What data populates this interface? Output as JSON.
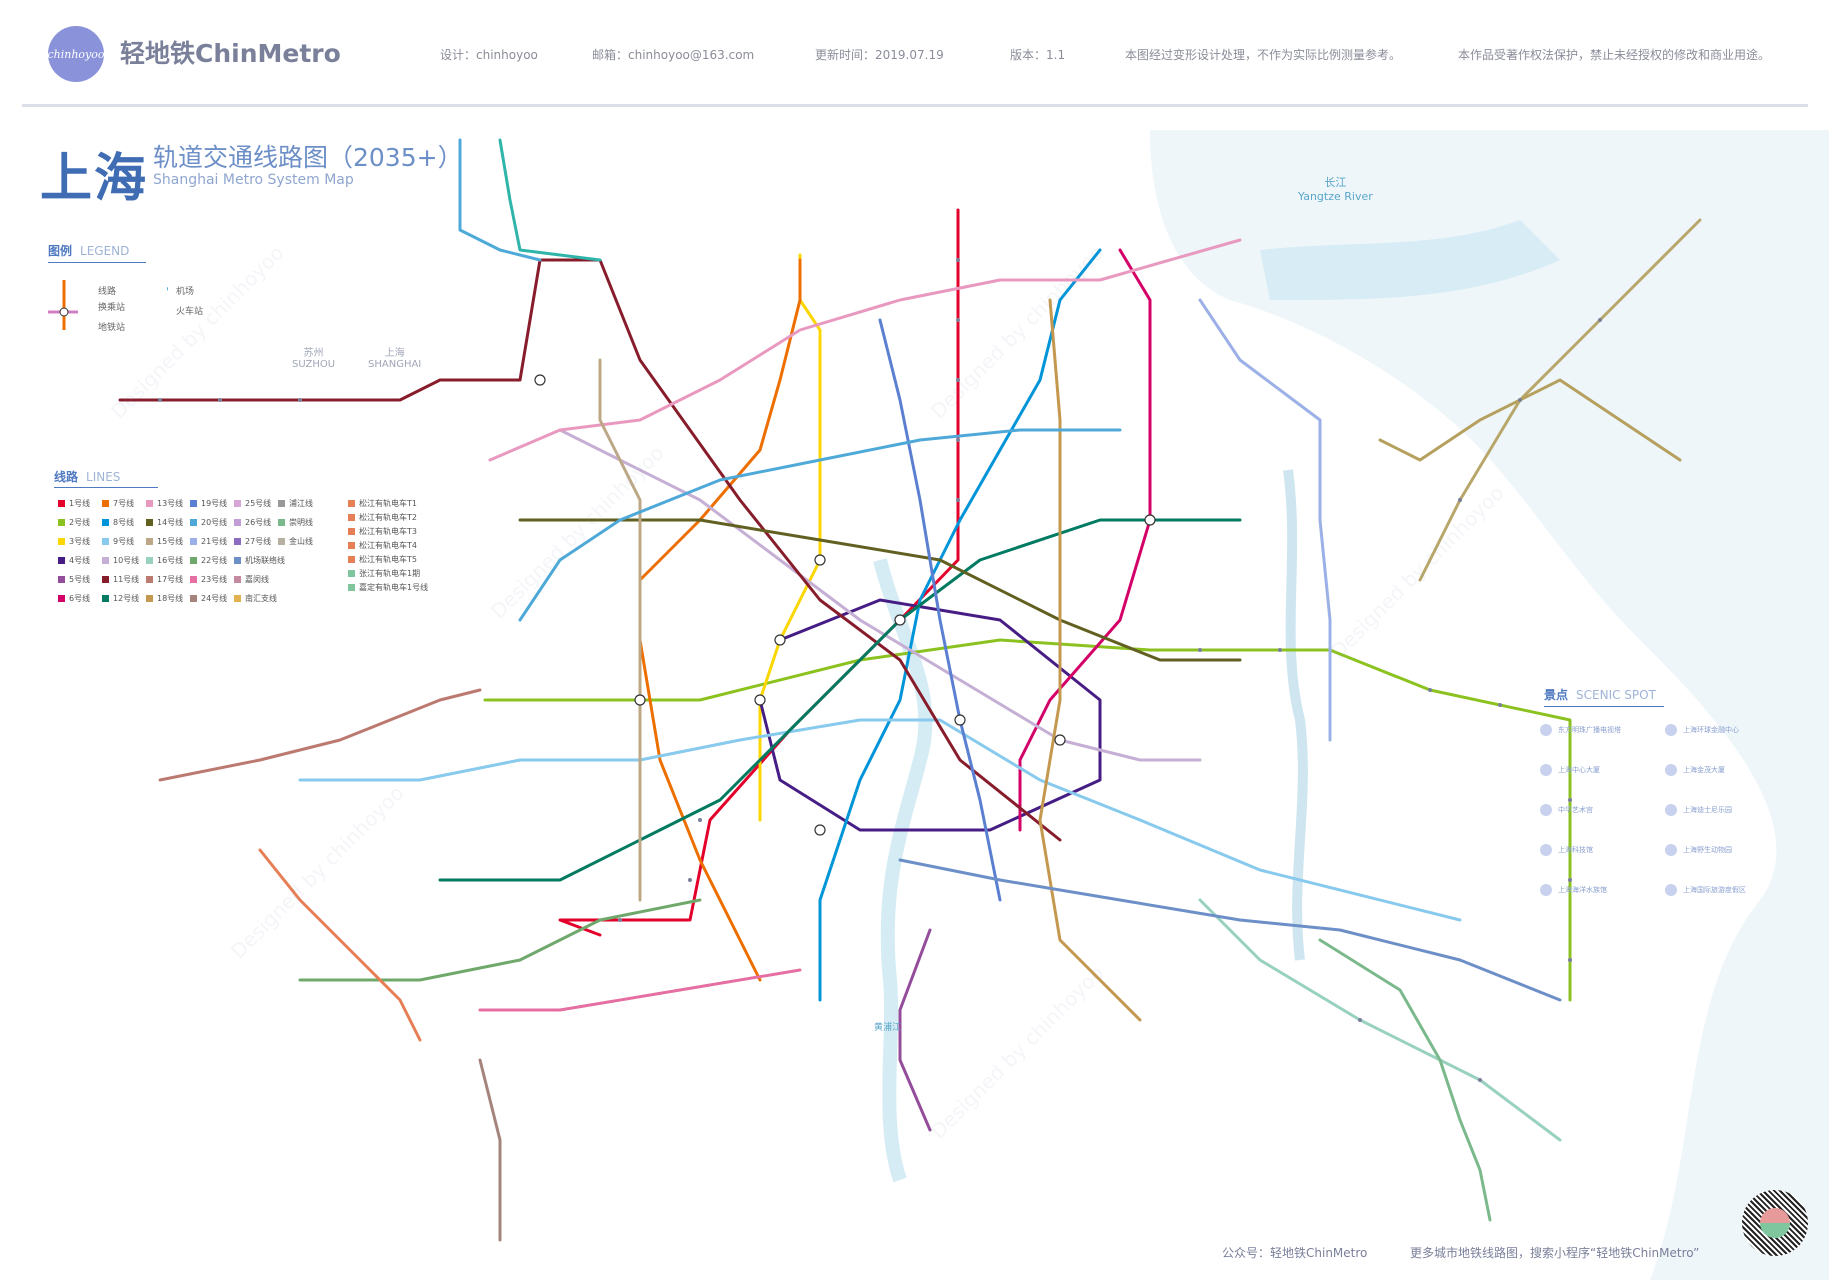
{
  "header": {
    "logo_text": "chinhoyoo",
    "app_title": "轻地铁ChinMetro",
    "designer": "设计：chinhoyoo",
    "email": "邮箱：chinhoyoo@163.com",
    "updated": "更新时间：2019.07.19",
    "version": "版本：1.1",
    "note1": "本图经过变形设计处理，不作为实际比例测量参考。",
    "note2": "本作品受著作权法保护，禁止未经授权的修改和商业用途。"
  },
  "map_title": {
    "city": "上海",
    "subtitle": "轨道交通线路图（2035+）",
    "english": "Shanghai Metro System Map"
  },
  "legend": {
    "heading": "图例",
    "heading_en": "LEGEND",
    "items": [
      "线路",
      "换乘站",
      "地铁站",
      "机场",
      "火车站"
    ]
  },
  "lines_section": {
    "heading": "线路",
    "heading_en": "LINES",
    "entries": [
      {
        "label": "1号线",
        "color": "#e3002b"
      },
      {
        "label": "2号线",
        "color": "#8cc220"
      },
      {
        "label": "3号线",
        "color": "#fcd600"
      },
      {
        "label": "4号线",
        "color": "#461d84"
      },
      {
        "label": "5号线",
        "color": "#944d9a"
      },
      {
        "label": "6号线",
        "color": "#d40068"
      },
      {
        "label": "7号线",
        "color": "#ed6f00"
      },
      {
        "label": "8号线",
        "color": "#0094d8"
      },
      {
        "label": "9号线",
        "color": "#87caed"
      },
      {
        "label": "10号线",
        "color": "#c6afd4"
      },
      {
        "label": "11号线",
        "color": "#871c2b"
      },
      {
        "label": "12号线",
        "color": "#007a60"
      },
      {
        "label": "13号线",
        "color": "#e999c0"
      },
      {
        "label": "14号线",
        "color": "#626020"
      },
      {
        "label": "15号线",
        "color": "#bca886"
      },
      {
        "label": "16号线",
        "color": "#98d1c0"
      },
      {
        "label": "17号线",
        "color": "#bc796f"
      },
      {
        "label": "18号线",
        "color": "#c4984f"
      },
      {
        "label": "19号线",
        "color": "#5b7fd1"
      },
      {
        "label": "20号线",
        "color": "#4fa9d8"
      },
      {
        "label": "21号线",
        "color": "#9bb0e6"
      },
      {
        "label": "22号线",
        "color": "#6fa86b"
      },
      {
        "label": "23号线",
        "color": "#e56fa3"
      },
      {
        "label": "24号线",
        "color": "#a4847d"
      },
      {
        "label": "25号线",
        "color": "#d6a6d6"
      },
      {
        "label": "26号线",
        "color": "#c19fd6"
      },
      {
        "label": "27号线",
        "color": "#8a6cc0"
      },
      {
        "label": "机场联络线",
        "color": "#6d8fc7"
      },
      {
        "label": "嘉闵线",
        "color": "#c58aa0"
      },
      {
        "label": "南汇支线",
        "color": "#e2b14f"
      },
      {
        "label": "浦江线",
        "color": "#999999"
      },
      {
        "label": "崇明线",
        "color": "#7bb98c"
      },
      {
        "label": "金山线",
        "color": "#b8b1a3"
      },
      {
        "label": "松江有轨电车T1",
        "color": "#e67e56"
      },
      {
        "label": "松江有轨电车T2",
        "color": "#e67e56"
      },
      {
        "label": "松江有轨电车T3",
        "color": "#e67e56"
      },
      {
        "label": "松江有轨电车T4",
        "color": "#e67e56"
      },
      {
        "label": "松江有轨电车T5",
        "color": "#e67e56"
      },
      {
        "label": "张江有轨电车1期",
        "color": "#7fc59d"
      },
      {
        "label": "嘉定有轨电车1号线",
        "color": "#7fc59d"
      }
    ]
  },
  "scenic": {
    "heading": "景点",
    "heading_en": "SCENIC SPOT",
    "items": [
      "东方明珠广播电视塔",
      "上海中心大厦",
      "中华艺术宫",
      "上海科技馆",
      "上海海洋水族馆",
      "上海环球金融中心",
      "上海金茂大厦",
      "上海迪士尼乐园",
      "上海野生动物园",
      "上海国际旅游度假区"
    ]
  },
  "geo": {
    "suzhou": "苏州",
    "suzhou_en": "SUZHOU",
    "shanghai": "上海",
    "shanghai_en": "SHANGHAI",
    "yangtze": "长江",
    "yangtze_en": "Yangtze River",
    "huangpu": "黄浦江"
  },
  "watermark": "Designed by chinhoyoo",
  "footer": {
    "wechat": "公众号：轻地铁ChinMetro",
    "more": "更多城市地铁线路图，搜索小程序“轻地铁ChinMetro”"
  }
}
